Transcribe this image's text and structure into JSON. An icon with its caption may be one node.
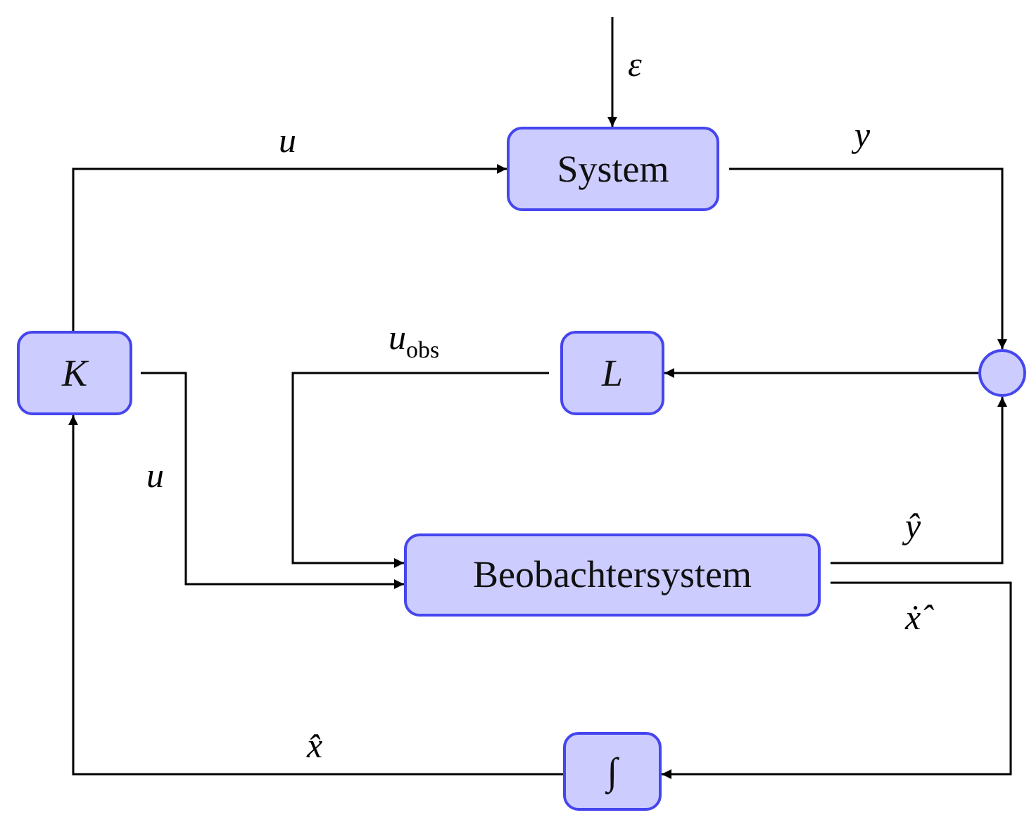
{
  "diagram": {
    "nodes": [
      {
        "text": [
          "System"
        ]
      },
      {
        "text": [
          "K"
        ]
      },
      {
        "text": [
          "L"
        ]
      },
      {
        "text": [],
        "shape": "circle"
      },
      {
        "text": [
          "Beobachtersystem"
        ]
      },
      {
        "text": [
          "∫"
        ]
      }
    ],
    "edges": [
      {
        "from": null,
        "to": 0,
        "arrow": "to",
        "label": "ε"
      },
      {
        "from": 1,
        "to": 0,
        "arrow": "to",
        "label": "u"
      },
      {
        "from": 0,
        "to": 3,
        "arrow": "to",
        "label": "y"
      },
      {
        "from": 3,
        "to": 2,
        "arrow": "to"
      },
      {
        "from": 2,
        "to": 4,
        "arrow": "to",
        "label": "u$_{obs}$"
      },
      {
        "from": 1,
        "to": 4,
        "arrow": "to",
        "label": "u"
      },
      {
        "from": 4,
        "to": 3,
        "arrow": "to",
        "label": "ŷ"
      },
      {
        "from": 4,
        "to": 5,
        "arrow": "to",
        "label": "ẋ̂"
      },
      {
        "from": 5,
        "to": 1,
        "arrow": "to",
        "label": "x̂"
      }
    ]
  }
}
